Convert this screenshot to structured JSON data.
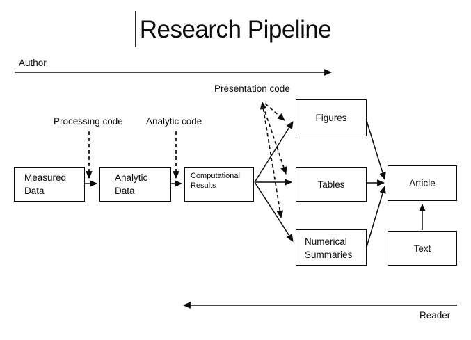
{
  "title": "Research Pipeline",
  "flow_labels": {
    "author": "Author",
    "reader": "Reader"
  },
  "code_labels": {
    "processing": "Processing code",
    "analytic": "Analytic code",
    "presentation": "Presentation code"
  },
  "boxes": {
    "measured_data": "Measured Data",
    "analytic_data": "Analytic Data",
    "computational_results": "Computational Results",
    "figures": "Figures",
    "tables": "Tables",
    "numerical_summaries": "Numerical Summaries",
    "article": "Article",
    "text": "Text"
  },
  "colors": {
    "foreground": "#000000",
    "background": "#ffffff",
    "box_fill": "#ffffff"
  }
}
